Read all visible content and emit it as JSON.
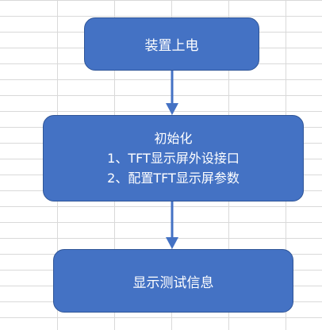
{
  "flowchart": {
    "step1": {
      "label": "装置上电"
    },
    "step2": {
      "title": "初始化",
      "line1": "1、TFT显示屏外设接口",
      "line2": "2、配置TFT显示屏参数"
    },
    "step3": {
      "label": "显示测试信息"
    }
  },
  "colors": {
    "box_fill": "#4472c4",
    "box_border": "#2f5597",
    "arrow": "#4472c4",
    "grid": "#d4d4d4"
  }
}
